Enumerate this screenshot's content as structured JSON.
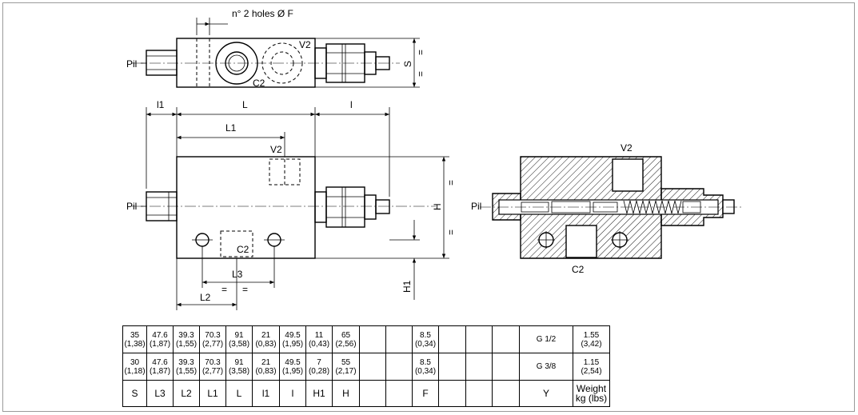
{
  "labels": {
    "holes_note": "n° 2 holes Ø F",
    "port_pil": "Pil",
    "port_v2": "V2",
    "port_c2": "C2",
    "dim_s": "S",
    "dim_l1_small": "l1",
    "dim_L": "L",
    "dim_l": "l",
    "dim_L1": "L1",
    "dim_H": "H",
    "dim_H1": "H1",
    "dim_L3": "L3",
    "dim_L2": "L2",
    "eq": "="
  },
  "table": {
    "rows": [
      [
        {
          "v": "35",
          "s": "(1,38)"
        },
        {
          "v": "47.6",
          "s": "(1,87)"
        },
        {
          "v": "39.3",
          "s": "(1,55)"
        },
        {
          "v": "70.3",
          "s": "(2,77)"
        },
        {
          "v": "91",
          "s": "(3,58)"
        },
        {
          "v": "21",
          "s": "(0,83)"
        },
        {
          "v": "49.5",
          "s": "(1,95)"
        },
        {
          "v": "11",
          "s": "(0,43)"
        },
        {
          "v": "65",
          "s": "(2,56)"
        },
        {
          "v": "",
          "s": ""
        },
        {
          "v": "",
          "s": ""
        },
        {
          "v": "8.5",
          "s": "(0,34)"
        },
        {
          "v": "",
          "s": ""
        },
        {
          "v": "",
          "s": ""
        },
        {
          "v": "",
          "s": ""
        },
        {
          "v": "G 1/2",
          "s": ""
        },
        {
          "v": "1.55",
          "s": "(3,42)"
        }
      ],
      [
        {
          "v": "30",
          "s": "(1,18)"
        },
        {
          "v": "47.6",
          "s": "(1,87)"
        },
        {
          "v": "39.3",
          "s": "(1,55)"
        },
        {
          "v": "70.3",
          "s": "(2,77)"
        },
        {
          "v": "91",
          "s": "(3,58)"
        },
        {
          "v": "21",
          "s": "(0,83)"
        },
        {
          "v": "49.5",
          "s": "(1,95)"
        },
        {
          "v": "7",
          "s": "(0,28)"
        },
        {
          "v": "55",
          "s": "(2,17)"
        },
        {
          "v": "",
          "s": ""
        },
        {
          "v": "",
          "s": ""
        },
        {
          "v": "8.5",
          "s": "(0,34)"
        },
        {
          "v": "",
          "s": ""
        },
        {
          "v": "",
          "s": ""
        },
        {
          "v": "",
          "s": ""
        },
        {
          "v": "G 3/8",
          "s": ""
        },
        {
          "v": "1.15",
          "s": "(2,54)"
        }
      ]
    ],
    "headers": [
      {
        "v": "S",
        "s": ""
      },
      {
        "v": "L3",
        "s": ""
      },
      {
        "v": "L2",
        "s": ""
      },
      {
        "v": "L1",
        "s": ""
      },
      {
        "v": "L",
        "s": ""
      },
      {
        "v": "l1",
        "s": ""
      },
      {
        "v": "l",
        "s": ""
      },
      {
        "v": "H1",
        "s": ""
      },
      {
        "v": "H",
        "s": ""
      },
      {
        "v": "",
        "s": ""
      },
      {
        "v": "",
        "s": ""
      },
      {
        "v": "F",
        "s": ""
      },
      {
        "v": "",
        "s": ""
      },
      {
        "v": "",
        "s": ""
      },
      {
        "v": "",
        "s": ""
      },
      {
        "v": "Y",
        "s": ""
      },
      {
        "v": "Weight",
        "s": "kg (lbs)"
      }
    ]
  }
}
